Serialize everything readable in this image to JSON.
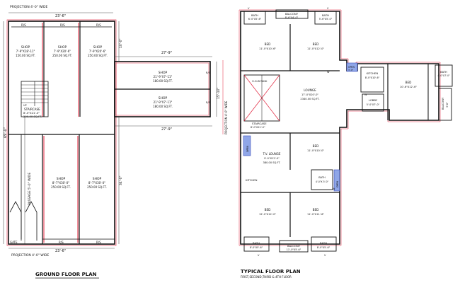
{
  "ground": {
    "title": "GROUND FLOOR PLAN",
    "projection_top": "PROJECTION 4'-0\" WIDE",
    "projection_bottom": "PROJECTION 4'-0\" WIDE",
    "width_top": "23'-6\"",
    "width_bottom": "23'-6\"",
    "height_total": "69'-0\"",
    "dim_top_right": "10'-0\"",
    "dim_bottom_right": "34'-0\"",
    "passage": "PASSAGE 5'-0\" WIDE",
    "gate": "GATE",
    "rs": "R/S",
    "shops_top": [
      {
        "name": "SHOP",
        "size": "7'-9\"X18'-11\"",
        "area": "150.00 SQ.FT."
      },
      {
        "name": "SHOP",
        "size": "7'-9\"X20'-6\"",
        "area": "250.00 SQ.FT."
      },
      {
        "name": "SHOP",
        "size": "7'-9\"X20'-6\"",
        "area": "250.00 SQ.FT."
      }
    ],
    "staircase": {
      "name": "STAIRCASE",
      "size": "8'-0\"X21'-0\"",
      "area": "200.00 SQ.FT."
    },
    "up": "UP",
    "shops_mid": [
      {
        "name": "SHOP",
        "size": "21'-9\"X7'-11\"",
        "area": "180.00 SQ.FT."
      },
      {
        "name": "SHOP",
        "size": "21'-9\"X7'-11\"",
        "area": "180.00 SQ.FT."
      }
    ],
    "width_mid_top": "27'-9\"",
    "width_mid_bottom": "27'-9\"",
    "dim_mid": "15'-10\"",
    "projection_right": "PROJECTION 4'-0\" WIDE",
    "shops_bottom": [
      {
        "name": "SHOP",
        "size": "8'-7\"X30'-0\"",
        "area": "250.00 SQ.FT."
      },
      {
        "name": "SHOP",
        "size": "8'-7\"X30'-0\"",
        "area": "250.00 SQ.FT."
      }
    ]
  },
  "typical": {
    "title": "TYPICAL FLOOR PLAN",
    "subtitle": "FIRST,SECOND,THIRD & 4TH FLOOR",
    "rooms": [
      {
        "name": "BATH",
        "size": "6'-0\"X5'-6\""
      },
      {
        "name": "BALCONY",
        "size": "8'-6\"X4'-0\""
      },
      {
        "name": "BATH",
        "size": "5'-6\"X5'-0\""
      },
      {
        "name": "BED",
        "size": "11'-0\"X10'-6\""
      },
      {
        "name": "BED",
        "size": "11'-0\"X12'-0\""
      },
      {
        "name": "O.H.W.TANK",
        "size": ""
      },
      {
        "name": "OPEN",
        "size": "3'-9\""
      },
      {
        "name": "KITCHEN",
        "size": "8'-0\"X10'-6\""
      },
      {
        "name": "BED",
        "size": "10'-6\"X12'-6\""
      },
      {
        "name": "BATH",
        "size": "4'-0\"X7'-0\""
      },
      {
        "name": "LOUNGE",
        "size": "17'-0\"X20'-0\"",
        "area": "2340.00 SQ.FT."
      },
      {
        "name": "LOBBY",
        "size": "5'-0\"X7'-0\""
      },
      {
        "name": "BALCONY",
        "size": "3'-6\""
      },
      {
        "name": "STAIRCASE",
        "size": "8'-0\"X21'-0\""
      },
      {
        "name": "OPEN",
        "size": "3'-0\""
      },
      {
        "name": "BED",
        "size": "11'-0\"X10'-0\""
      },
      {
        "name": "T.V. LOUNGE",
        "size": "9'-0\"X12'-0\"",
        "area": "380.00 SQ.FT."
      },
      {
        "name": "BATH",
        "size": "4'-0\"X 5'-0\""
      },
      {
        "name": "OPEN",
        "size": "2'-0\""
      },
      {
        "name": "KITCHEN",
        "size": ""
      },
      {
        "name": "BED",
        "size": "12'-0\"X12'-0\""
      },
      {
        "name": "BED",
        "size": "11'-0\"X11'-6\""
      },
      {
        "name": "BATH",
        "size": "8'-0\"X5'-6\""
      },
      {
        "name": "BALCONY",
        "size": "11'-0\"X5'-6\""
      },
      {
        "name": "BATH",
        "size": "8'-0\"X5'-6\""
      }
    ],
    "markers": {
      "v": "V",
      "w": "W"
    }
  }
}
